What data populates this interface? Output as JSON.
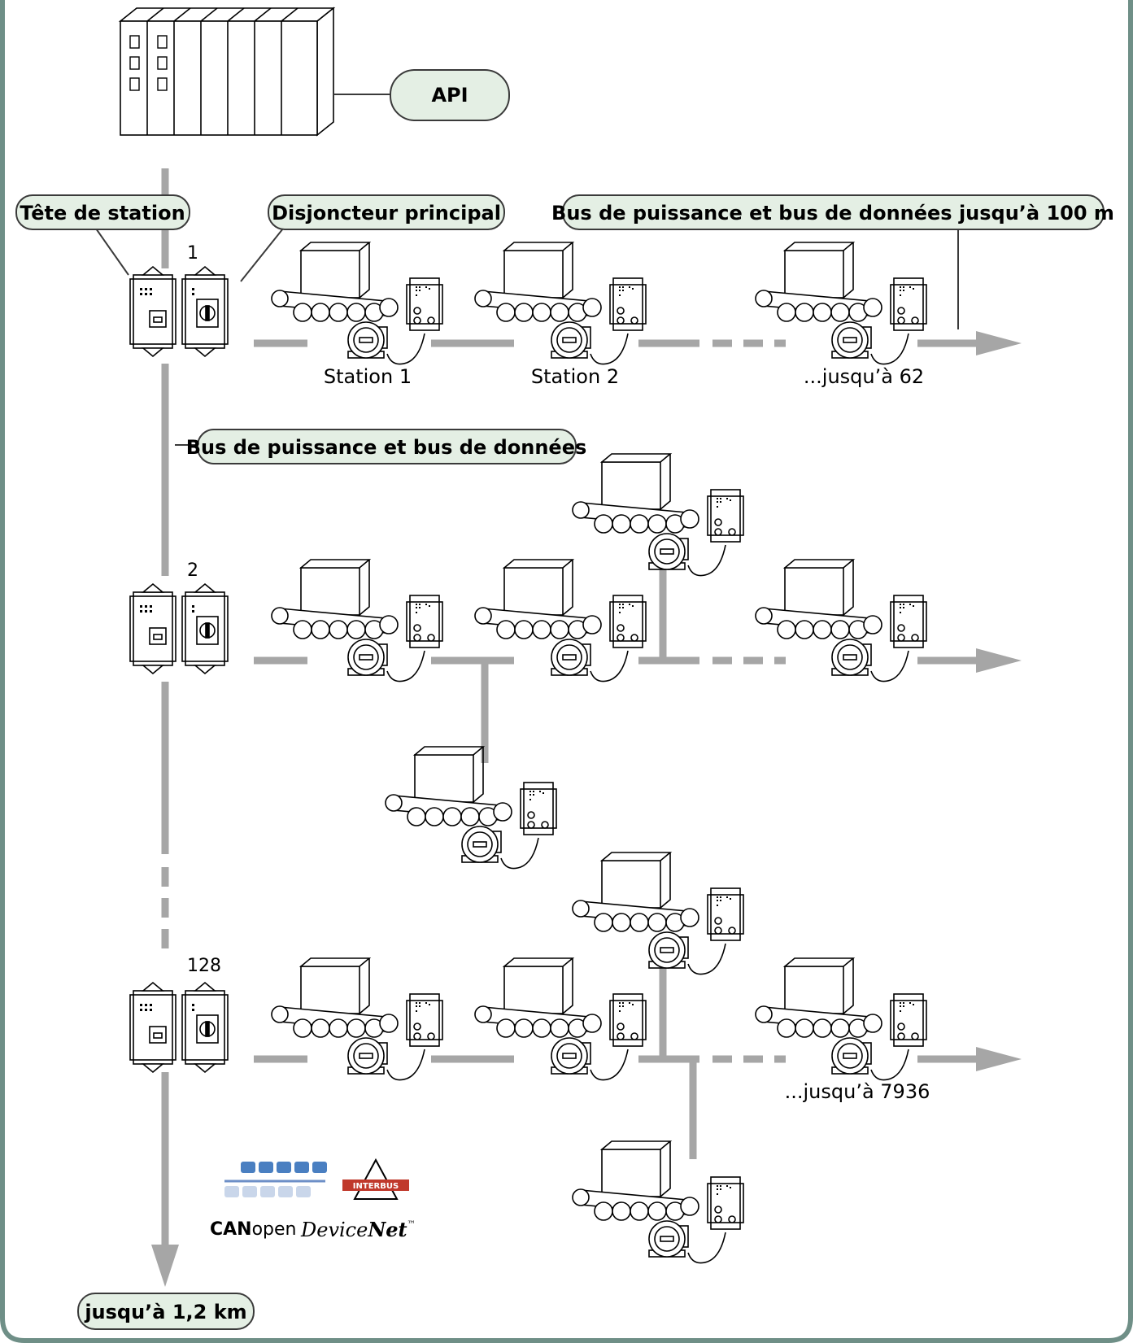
{
  "labels": {
    "api": "API",
    "station_head": "Tête de station",
    "main_breaker": "Disjoncteur principal",
    "bus_100m": "Bus de puissance et bus de données jusqu’à 100 m",
    "bus_main": "Bus de puissance et bus de données",
    "bus_length": "jusqu’à 1,2 km"
  },
  "line_numbers": [
    "1",
    "2",
    "128"
  ],
  "station_labels": {
    "station1": "Station 1",
    "station2": "Station 2",
    "up_to_62": "...jusqu’à 62",
    "up_to_7936": "...jusqu’à 7936"
  },
  "logos": {
    "interbus": "INTERBUS",
    "canopen_bold": "CAN",
    "canopen_light": "open",
    "devicenet_italic": "Device",
    "devicenet_bold": "Net",
    "trademark": "™"
  },
  "colors": {
    "frame": "#6f8f87",
    "callout_fill": "#e4efe4",
    "callout_stroke": "#3a3a3a",
    "bus_line": "#a6a6a6"
  }
}
